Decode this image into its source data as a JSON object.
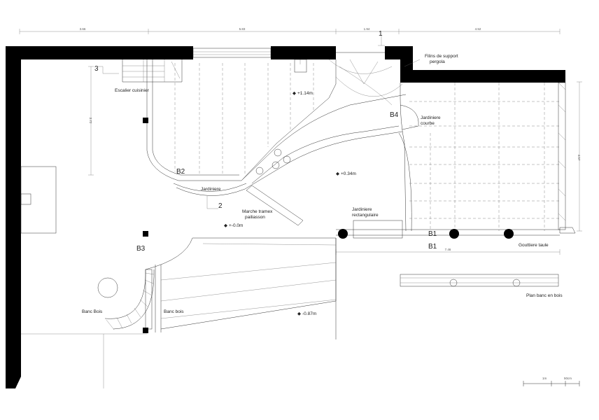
{
  "dimensions": {
    "top": [
      "3.66",
      "5.83",
      "1.94",
      "4.52"
    ],
    "right": "4.57",
    "left": "3.72",
    "bottom": "7.46"
  },
  "callouts": {
    "section_1": "1",
    "section_2": "2",
    "section_3": "3"
  },
  "labels": {
    "escalier": "Escalier cuisinier",
    "filins_line1": "Filins de support",
    "filins_line2": "pergola",
    "jardiniere_courbe_line1": "Jardiniere",
    "jardiniere_courbe_line2": "courbe",
    "jardiniere": "Jardiniere",
    "marche_line1": "Marche tramex",
    "marche_line2": "pailiasson",
    "jardiniere_rect_line1": "Jardiniere",
    "jardiniere_rect_line2": "rectangulaire",
    "gouttiere": "Gouttiere taule",
    "banc_bois_1": "Banc Bois",
    "banc_bois_2": "Banc bois",
    "plan_banc": "Plan banc en bois"
  },
  "beams": {
    "b1_a": "B1",
    "b1_b": "B1",
    "b2": "B2",
    "b3": "B3",
    "b4": "B4"
  },
  "levels": {
    "upper": "+1.14m",
    "middle": "+0.34m",
    "ground": "+-0.0m",
    "lower": "-0.87m"
  },
  "scale": {
    "one_m": "1m",
    "fifty_cm": "50cm"
  }
}
